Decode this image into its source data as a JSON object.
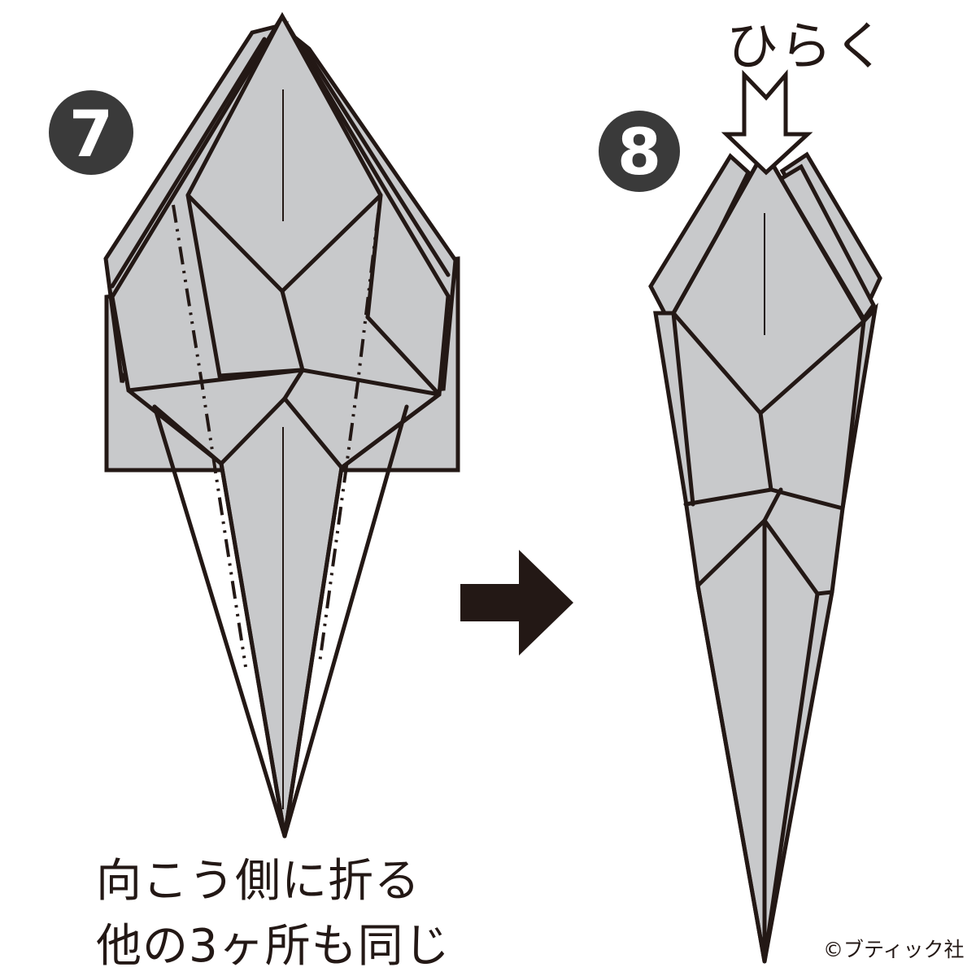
{
  "steps": {
    "step7": {
      "number": "7"
    },
    "step8": {
      "number": "8"
    }
  },
  "labels": {
    "open": "ひらく",
    "instruction_line1": "向こう側に折る",
    "instruction_line2": "他の3ヶ所も同じ"
  },
  "credit": "©ブティック社",
  "colors": {
    "paper": "#c8c9cb",
    "line": "#231815",
    "badge": "#3a3a3a",
    "background": "#ffffff"
  },
  "icons": {
    "next_step": "right-arrow-icon",
    "open_direction": "down-arrow-icon"
  }
}
